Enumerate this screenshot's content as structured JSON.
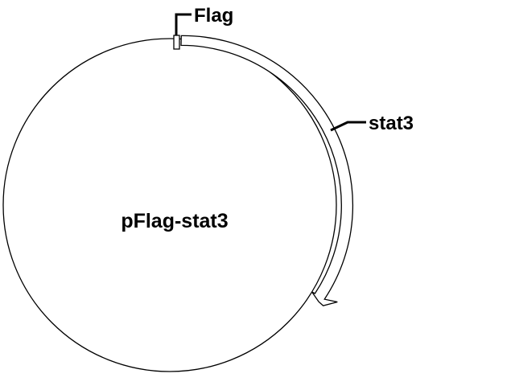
{
  "plasmid": {
    "name": "pFlag-stat3"
  },
  "features": [
    {
      "name": "Flag",
      "type": "tag"
    },
    {
      "name": "stat3",
      "type": "gene",
      "direction": "clockwise"
    }
  ],
  "colors": {
    "line": "#000000",
    "background": "#ffffff"
  }
}
